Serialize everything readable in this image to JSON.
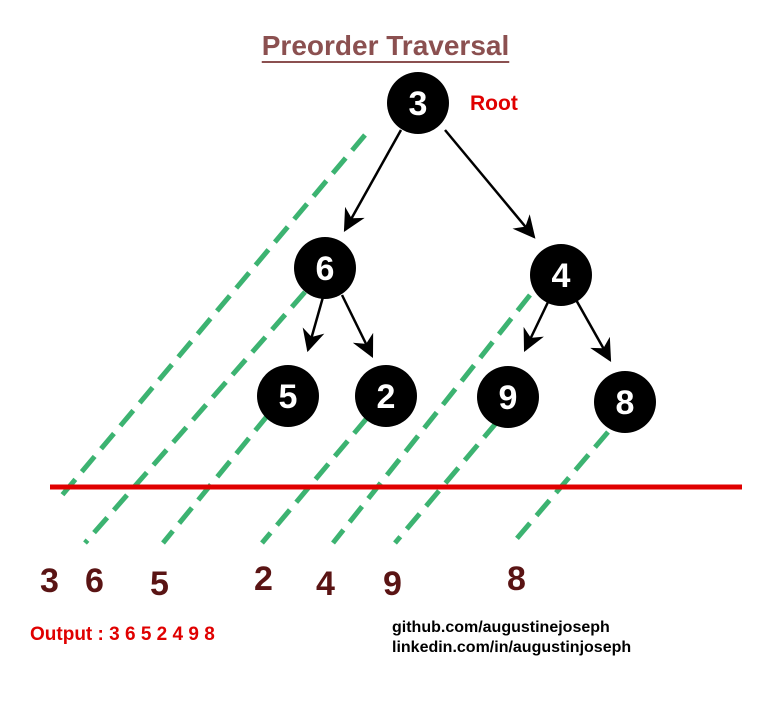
{
  "title": "Preorder Traversal",
  "root_label": "Root",
  "nodes": [
    "3",
    "6",
    "4",
    "5",
    "2",
    "9",
    "8"
  ],
  "output_sequence": [
    "3",
    "6",
    "5",
    "2",
    "4",
    "9",
    "8"
  ],
  "output_text": "Output : 3 6 5 2 4 9 8",
  "links": [
    "github.com/augustinejoseph",
    "linkedin.com/in/augustinjoseph"
  ],
  "colors": {
    "title": "#8b5050",
    "root_label": "#e00000",
    "node_fill": "#000000",
    "node_text": "#ffffff",
    "traversal_guides": "#3cb371",
    "baseline": "#e00000",
    "output_numbers": "#5a1414",
    "output_text": "#e00000"
  }
}
